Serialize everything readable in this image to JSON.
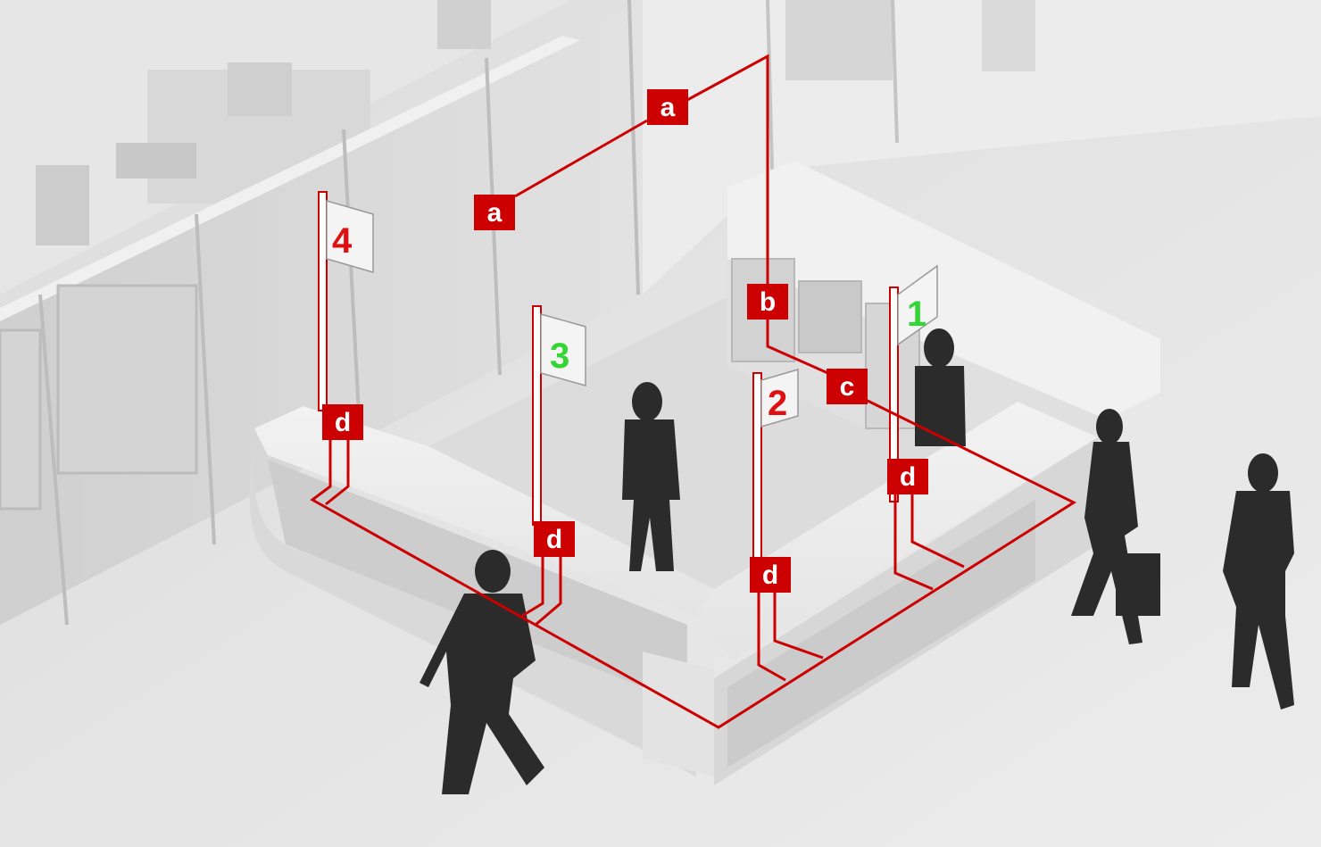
{
  "colors": {
    "cable": "#cc0000",
    "label_bg": "#cc0000",
    "label_text": "#ffffff",
    "sign_active": "#33d633",
    "sign_inactive": "#dd1111",
    "silhouette": "#2b2b2b"
  },
  "labels": {
    "a": "a",
    "b": "b",
    "c": "c",
    "d": "d"
  },
  "signs": [
    {
      "number": "1",
      "state": "active"
    },
    {
      "number": "2",
      "state": "inactive"
    },
    {
      "number": "3",
      "state": "active"
    },
    {
      "number": "4",
      "state": "inactive"
    }
  ]
}
